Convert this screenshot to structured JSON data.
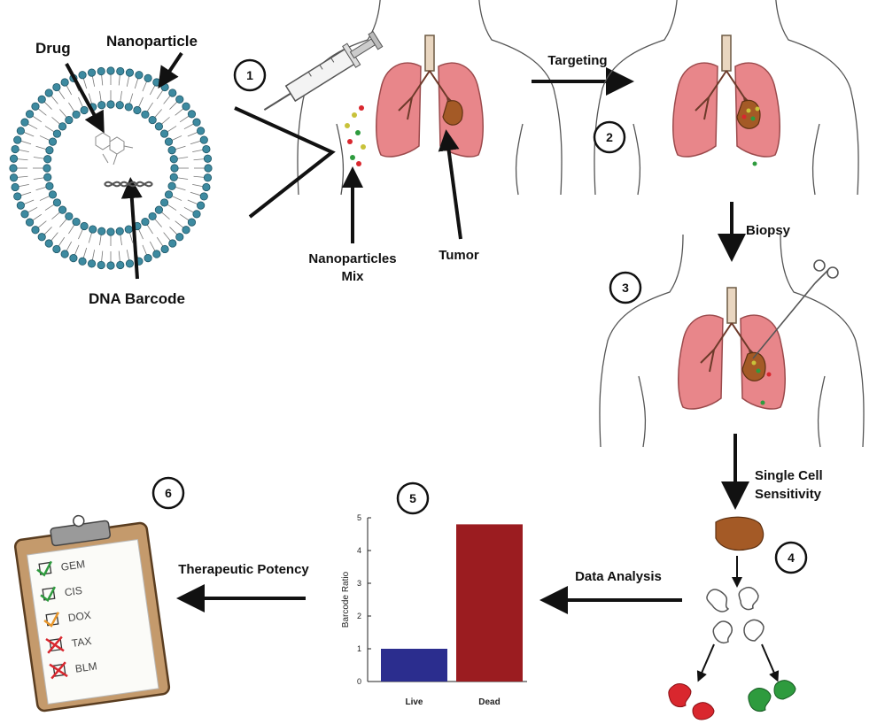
{
  "labels": {
    "drug": "Drug",
    "nanoparticle": "Nanoparticle",
    "dna_barcode": "DNA Barcode",
    "nanoparticles_mix_line1": "Nanoparticles",
    "nanoparticles_mix_line2": "Mix",
    "tumor": "Tumor",
    "targeting": "Targeting",
    "biopsy": "Biopsy",
    "single_cell_line1": "Single Cell",
    "single_cell_line2": "Sensitivity",
    "data_analysis": "Data Analysis",
    "therapeutic_potency": "Therapeutic Potency"
  },
  "steps": [
    "1",
    "2",
    "3",
    "4",
    "5",
    "6"
  ],
  "clipboard": {
    "items": [
      {
        "label": "GEM",
        "mark": "check",
        "color": "#2e9b3e"
      },
      {
        "label": "CIS",
        "mark": "check",
        "color": "#2e9b3e"
      },
      {
        "label": "DOX",
        "mark": "check",
        "color": "#e8962a"
      },
      {
        "label": "TAX",
        "mark": "cross",
        "color": "#d9272e"
      },
      {
        "label": "BLM",
        "mark": "cross",
        "color": "#d9272e"
      }
    ]
  },
  "chart_data": {
    "type": "bar",
    "categories": [
      "Live",
      "Dead"
    ],
    "values": [
      1.0,
      4.8
    ],
    "colors": [
      "#2b2d8e",
      "#9b1c20"
    ],
    "ylabel": "Barcode Ratio",
    "ylim": [
      0,
      5
    ],
    "yticks": [
      "0",
      "1",
      "2",
      "3",
      "4",
      "5"
    ]
  },
  "colors": {
    "lung": "#e8868a",
    "tumor": "#a45a26",
    "nanoparticle_shell": "#3d8aa0",
    "cell_red": "#d9272e",
    "cell_green": "#2e9b3e"
  }
}
